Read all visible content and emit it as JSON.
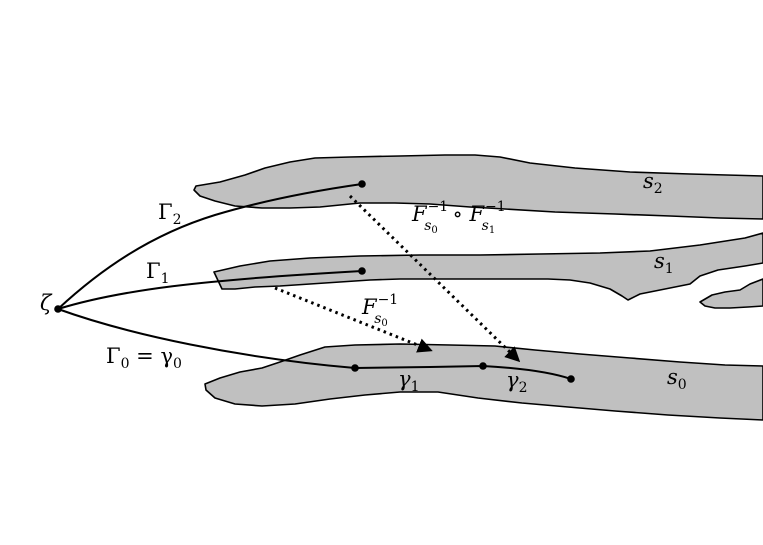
{
  "diagram": {
    "regions": [
      "s2",
      "s1",
      "s0"
    ],
    "labels": {
      "zeta": "ζ",
      "gamma2_curve": {
        "base": "Γ",
        "sub": "2"
      },
      "gamma1_curve": {
        "base": "Γ",
        "sub": "1"
      },
      "gamma0_curve": {
        "base": "Γ",
        "sub": "0",
        "rest": " = γ",
        "rest_sub": "0"
      },
      "s2": {
        "base": "s",
        "sub": "2"
      },
      "s1": {
        "base": "s",
        "sub": "1"
      },
      "s0": {
        "base": "s",
        "sub": "0"
      },
      "gamma1_seg": {
        "base": "γ",
        "sub": "1"
      },
      "gamma2_seg": {
        "base": "γ",
        "sub": "2"
      },
      "map_single": {
        "base": "F",
        "sub": "s",
        "subsub": "0",
        "sup": "−1"
      },
      "map_composite": {
        "first": {
          "base": "F",
          "sub": "s",
          "subsub": "0",
          "sup": "−1"
        },
        "op": " ∘ ",
        "second": {
          "base": "F",
          "sub": "s",
          "subsub": "1",
          "sup": "−1"
        }
      }
    }
  }
}
